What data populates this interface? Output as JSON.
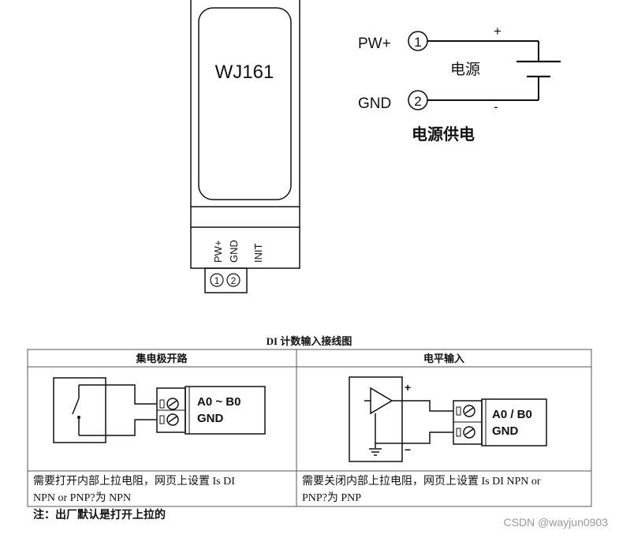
{
  "module": {
    "model": "WJ161",
    "terminal_labels": [
      "PW+",
      "GND",
      "INIT"
    ],
    "connector_pins": [
      "①",
      "②"
    ]
  },
  "power": {
    "pin1_label": "PW+",
    "pin1_number": "1",
    "pin2_label": "GND",
    "pin2_number": "2",
    "plus": "+",
    "minus": "-",
    "source_label": "电源",
    "caption": "电源供电"
  },
  "di_table": {
    "title": "DI 计数输入接线图",
    "col1_header": "集电极开路",
    "col2_header": "电平输入",
    "col1_terminal": {
      "line1": "A0 ~ B0",
      "line2": "GND"
    },
    "col2_terminal": {
      "line1": "A0 / B0",
      "line2": "GND"
    },
    "col2_plus": "+",
    "col2_minus": "−",
    "col1_note_line1": "需要打开内部上拉电阻，网页上设置 Is DI",
    "col1_note_line2": "NPN or PNP?为 NPN",
    "col2_note_line1": "需要关闭内部上拉电阻，网页上设置 Is DI NPN or",
    "col2_note_line2": "PNP?为 PNP",
    "footnote": "注：出厂默认是打开上拉的"
  },
  "watermark": "CSDN @wayjun0903"
}
